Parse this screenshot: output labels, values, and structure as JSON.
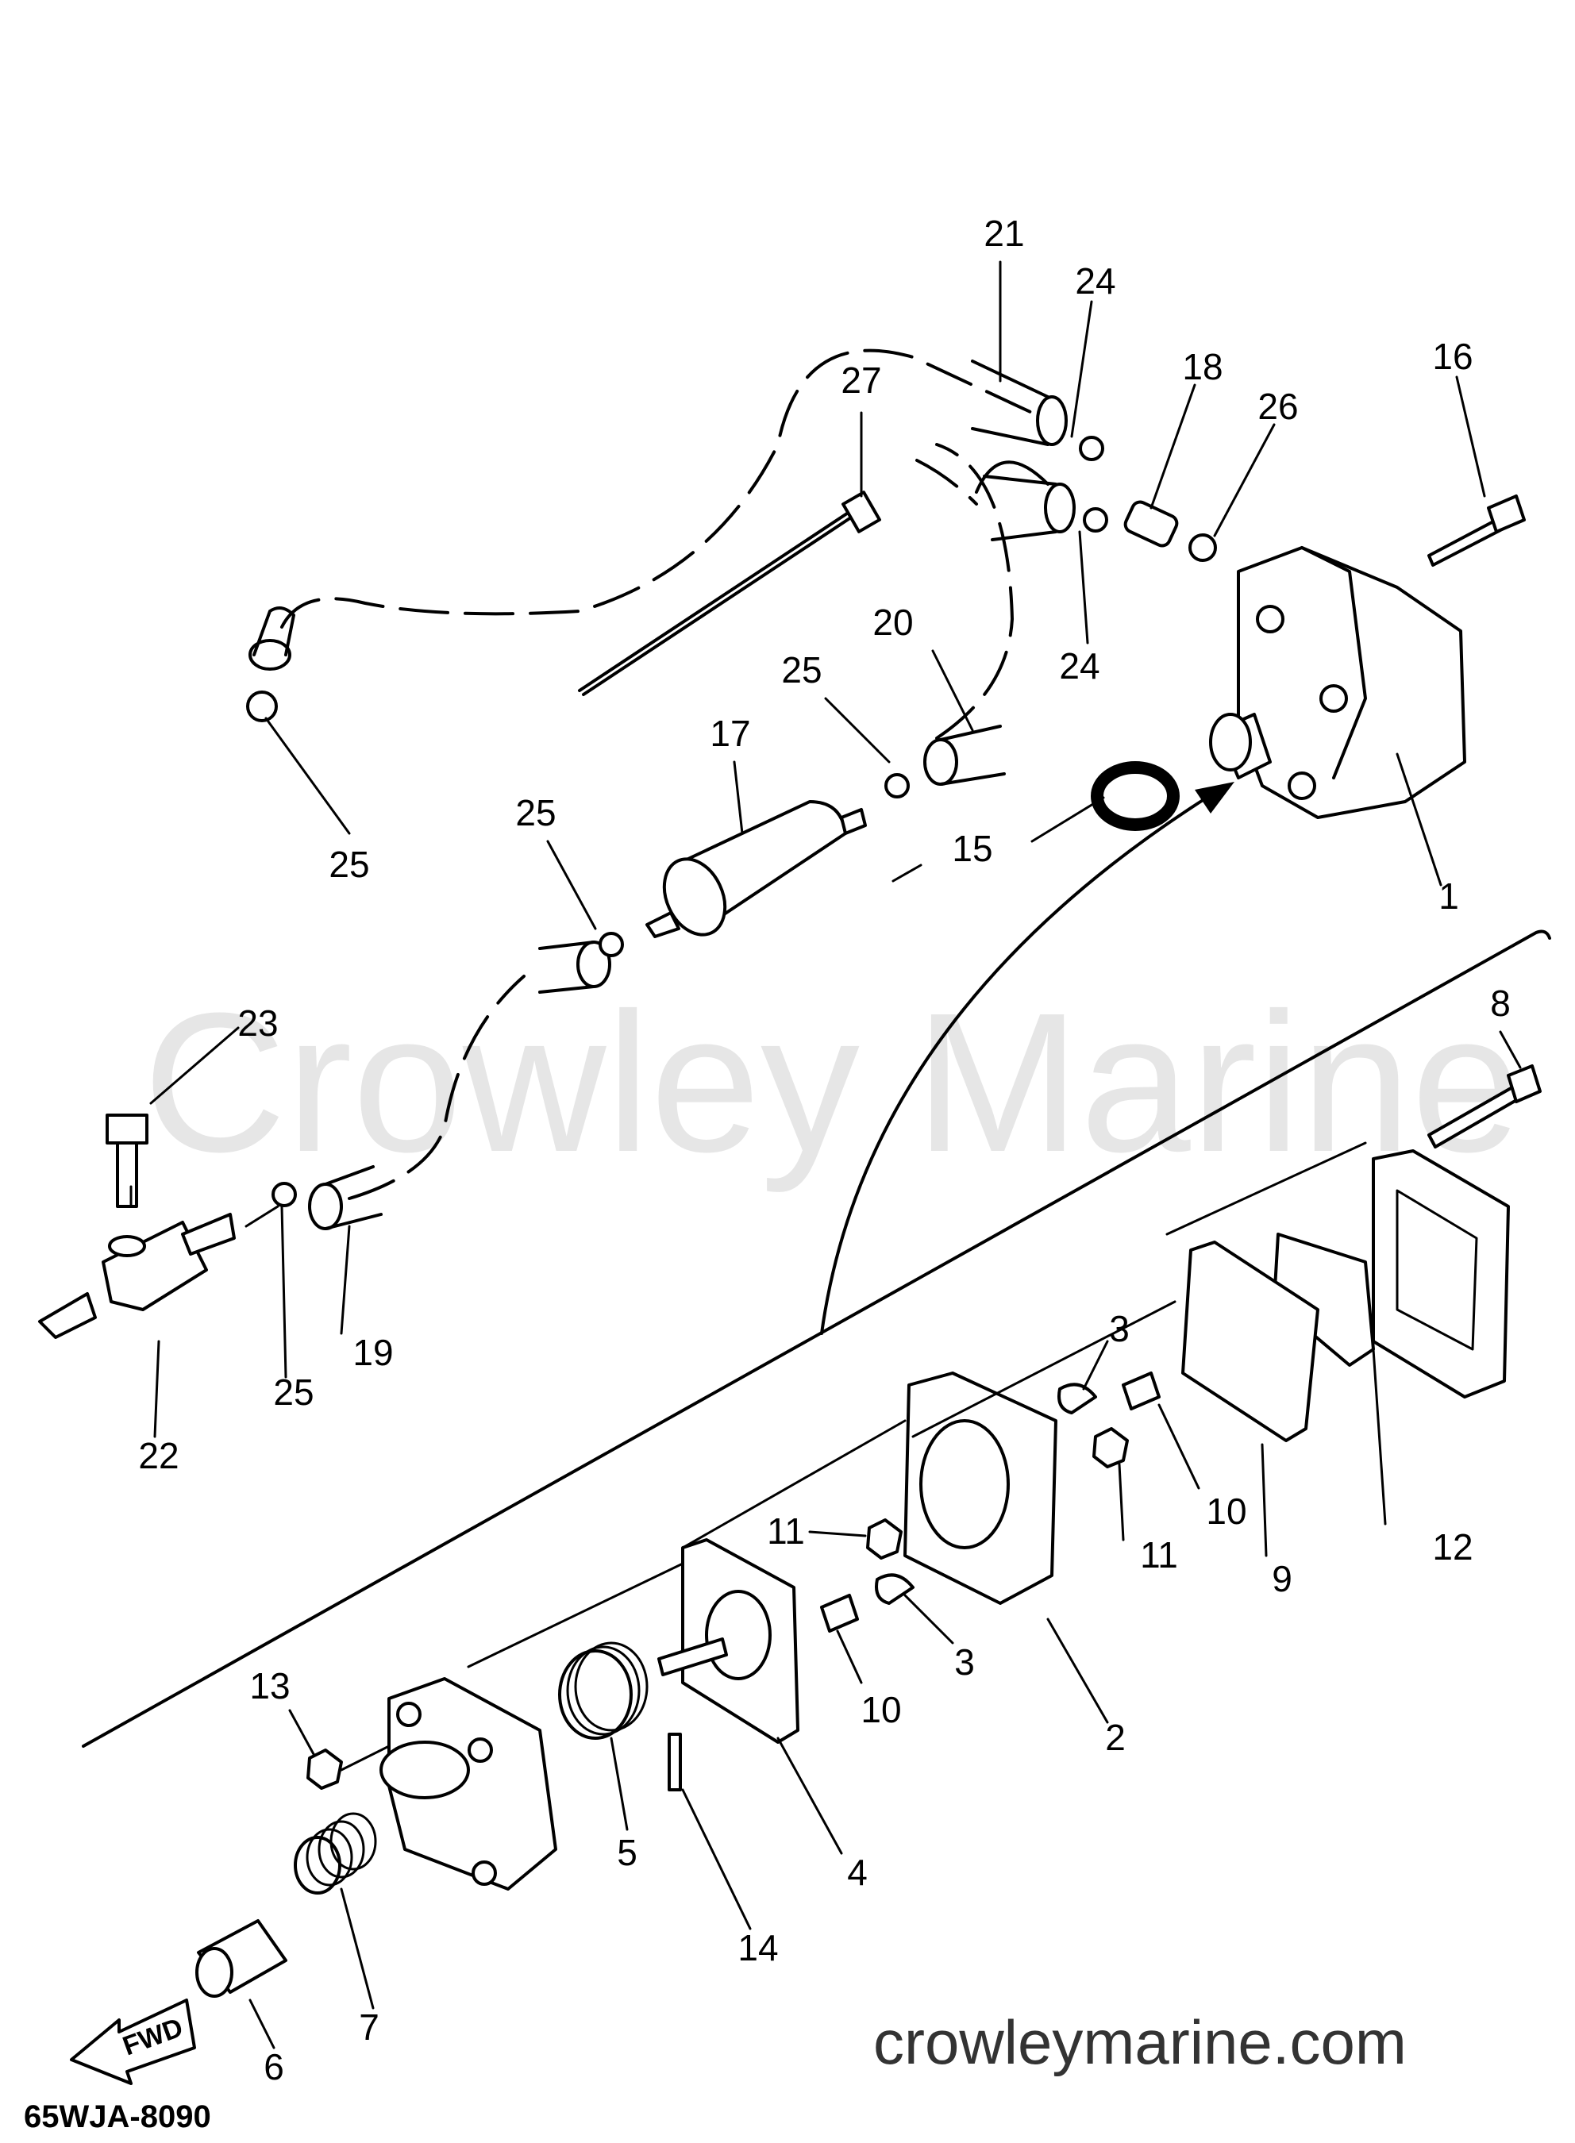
{
  "watermark": "Crowley Marine",
  "site_url": "crowleymarine.com",
  "diagram_code": "65WJA-8090",
  "direction_label": "FWD",
  "callouts": {
    "c1": "1",
    "c2": "2",
    "c3a": "3",
    "c3b": "3",
    "c4": "4",
    "c5": "5",
    "c6": "6",
    "c7": "7",
    "c8": "8",
    "c9": "9",
    "c10a": "10",
    "c10b": "10",
    "c11a": "11",
    "c11b": "11",
    "c12": "12",
    "c13": "13",
    "c14": "14",
    "c15": "15",
    "c16": "16",
    "c17": "17",
    "c18": "18",
    "c19": "19",
    "c20": "20",
    "c21": "21",
    "c22": "22",
    "c23": "23",
    "c24a": "24",
    "c24b": "24",
    "c25a": "25",
    "c25b": "25",
    "c25c": "25",
    "c25d": "25",
    "c26": "26",
    "c27": "27"
  }
}
